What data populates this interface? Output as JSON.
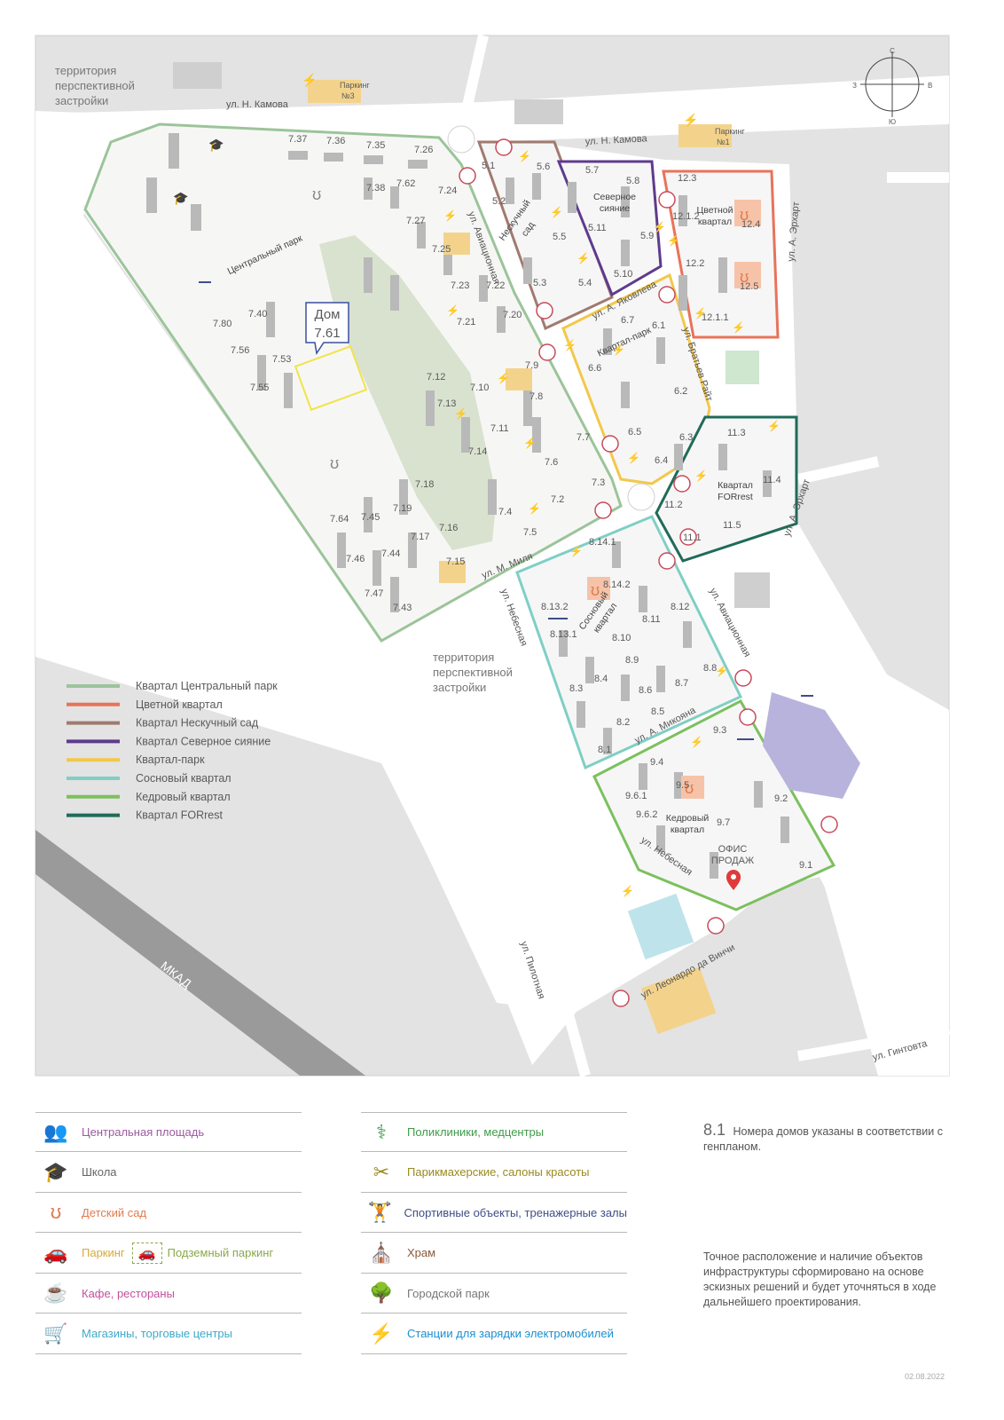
{
  "map": {
    "compass": {
      "n": "С",
      "s": "Ю",
      "w": "З",
      "e": "В"
    },
    "territory_label_1": [
      "территория",
      "перспективной",
      "застройки"
    ],
    "territory_label_2": [
      "территория",
      "перспективной",
      "застройки"
    ],
    "mkad": "МКАД",
    "streets": {
      "kamova_1": "ул. Н. Камова",
      "kamova_2": "ул. Н. Камова",
      "aviatsionnaya_1": "ул. Авиационная",
      "aviatsionnaya_2": "ул. Авиационная",
      "yakovleva": "ул. А. Яковлева",
      "bratyev_rait": "ул. Братьев Райт",
      "erhart_1": "ул. А. Эрхарт",
      "erhart_2": "ул. А. Эрхарт",
      "milya": "ул. М. Миля",
      "nebesnaya_1": "ул. Небесная",
      "nebesnaya_2": "ул. Небесная",
      "mikoyana": "ул. А. Микояна",
      "pilotnaya": "ул. Пилотная",
      "leonardo": "ул. Леонардо да Винчи",
      "gintovta": "ул. Гинтовта"
    },
    "parking_labels": {
      "p3": [
        "Паркинг",
        "№3"
      ],
      "p1": [
        "Паркинг",
        "№1"
      ]
    },
    "quarter_labels": {
      "central_park": "Центральный парк",
      "neskuchny": [
        "Нескучный",
        "сад"
      ],
      "severnoe": [
        "Северное",
        "сияние"
      ],
      "tsvetnoy": [
        "Цветной",
        "квартал"
      ],
      "kvartal_park": "Квартал-парк",
      "forrest": [
        "Квартал",
        "FORrest"
      ],
      "sosnovy": [
        "Сосновый",
        "квартал"
      ],
      "kedrovy": [
        "Кедровый",
        "квартал"
      ]
    },
    "callout": {
      "line1": "Дом",
      "line2": "7.61"
    },
    "sales_office": [
      "ОФИС",
      "ПРОДАЖ"
    ],
    "house_numbers": [
      "7.37",
      "7.36",
      "7.35",
      "7.26",
      "7.38",
      "7.62",
      "7.24",
      "7.27",
      "7.25",
      "7.23",
      "7.22",
      "7.21",
      "7.20",
      "7.40",
      "7.80",
      "7.56",
      "7.53",
      "7.55",
      "7.12",
      "7.10",
      "7.13",
      "7.8",
      "7.11",
      "7.9",
      "7.7",
      "7.14",
      "7.6",
      "7.18",
      "7.3",
      "7.2",
      "7.19",
      "7.4",
      "7.5",
      "7.64",
      "7.45",
      "7.17",
      "7.16",
      "7.46",
      "7.44",
      "7.15",
      "7.47",
      "7.43",
      "5.1",
      "5.2",
      "5.6",
      "5.7",
      "5.8",
      "5.5",
      "5.11",
      "5.9",
      "5.3",
      "5.4",
      "5.10",
      "12.3",
      "12.1.2",
      "12.4",
      "12.2",
      "12.5",
      "12.1.1",
      "6.7",
      "6.1",
      "6.6",
      "6.2",
      "6.5",
      "6.3",
      "6.4",
      "11.3",
      "11.4",
      "11.2",
      "11.5",
      "11.1",
      "8.14.1",
      "8.14.2",
      "8.13.2",
      "8.13.1",
      "8.12",
      "8.11",
      "8.10",
      "8.9",
      "8.8",
      "8.3",
      "8.4",
      "8.6",
      "8.7",
      "8.5",
      "8.2",
      "8.1",
      "9.3",
      "9.4",
      "9.5",
      "9.6.1",
      "9.6.2",
      "9.7",
      "9.2",
      "9.1"
    ],
    "legend": [
      {
        "label": "Квартал Центральный парк",
        "color": "#9cc49a"
      },
      {
        "label": "Цветной квартал",
        "color": "#e8735a"
      },
      {
        "label": "Квартал Нескучный сад",
        "color": "#a07a70"
      },
      {
        "label": "Квартал Северное сияние",
        "color": "#5e3b8c"
      },
      {
        "label": "Квартал-парк",
        "color": "#f2c84b"
      },
      {
        "label": "Сосновый квартал",
        "color": "#7fcfc4"
      },
      {
        "label": "Кедровый квартал",
        "color": "#7cc05e"
      },
      {
        "label": "Квартал FORrest",
        "color": "#1f6b58"
      }
    ]
  },
  "infra_legend": {
    "left": [
      {
        "icon": "central-square-icon",
        "label": "Центральная площадь",
        "color": "#9b5aa0"
      },
      {
        "icon": "school-icon",
        "label": "Школа",
        "color": "#666666"
      },
      {
        "icon": "kindergarten-icon",
        "label": "Детский сад",
        "color": "#e07b4f"
      },
      {
        "icon": "parking-icon",
        "label": "Паркинг",
        "label2": "Подземный паркинг",
        "color": "#d8a93a",
        "color2": "#8aa84a"
      },
      {
        "icon": "cafe-icon",
        "label": "Кафе, рестораны",
        "color": "#c2509c"
      },
      {
        "icon": "shop-icon",
        "label": "Магазины, торговые центры",
        "color": "#3fa9c9"
      }
    ],
    "right": [
      {
        "icon": "clinic-icon",
        "label": "Поликлиники, медцентры",
        "color": "#3f9b4a"
      },
      {
        "icon": "hairdresser-icon",
        "label": "Парикмахерские, салоны красоты",
        "color": "#9a8a20"
      },
      {
        "icon": "gym-icon",
        "label": "Спортивные объекты, тренажерные залы",
        "color": "#3f4e86"
      },
      {
        "icon": "church-icon",
        "label": "Храм",
        "color": "#8b5a3a"
      },
      {
        "icon": "city-park-icon",
        "label": "Городской парк",
        "color": "#777777"
      },
      {
        "icon": "ev-charging-icon",
        "label": "Станции для зарядки электромобилей",
        "color": "#1a8fcf"
      }
    ]
  },
  "notes": {
    "house_number_sample": "8.1",
    "house_number_text": "Номера домов указаны в соответствии с генпланом.",
    "disclaimer": "Точное расположение и наличие объектов инфраструктуры сформировано на основе эскизных решений и будет уточняться в ходе дальнейшего проектирования.",
    "date": "02.08.2022"
  }
}
